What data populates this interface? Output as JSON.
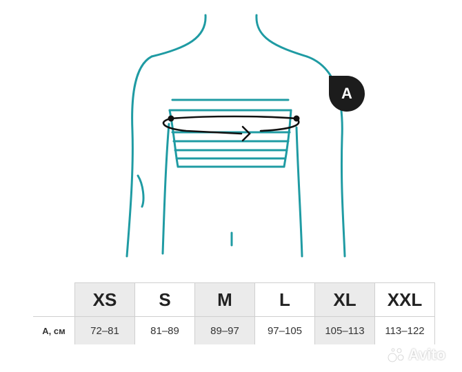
{
  "colors": {
    "outline": "#1f9ba3",
    "badge": "#1c1c1c",
    "arrow": "#111111",
    "header_shade": "#ebebeb",
    "grid": "#cfcfcf"
  },
  "badge": {
    "letter": "A"
  },
  "table": {
    "row_label": "A, см",
    "sizes": [
      "XS",
      "S",
      "M",
      "L",
      "XL",
      "XXL"
    ],
    "ranges": [
      "72–81",
      "81–89",
      "89–97",
      "97–105",
      "105–113",
      "113–122"
    ]
  },
  "watermark": {
    "text": "Avito",
    "icon": "avito-dots-icon"
  }
}
